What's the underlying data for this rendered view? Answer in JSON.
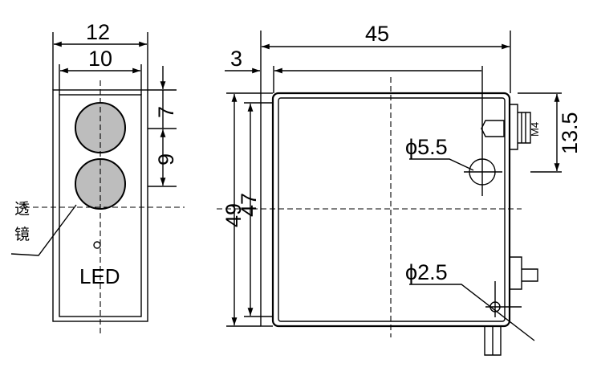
{
  "front_view": {
    "dim_outer_width": "12",
    "dim_inner_width": "10",
    "dim_lens_top": "7",
    "dim_lens_pitch": "9",
    "lens_label_line1": "透",
    "lens_label_line2": "镜",
    "led_label": "LED"
  },
  "side_view": {
    "dim_length": "45",
    "dim_offset": "3",
    "dim_outer_height": "49",
    "dim_inner_height": "47",
    "dim_connector": "13.5",
    "thread_label": "M4",
    "hole_large": "ϕ5.5",
    "hole_small": "ϕ2.5"
  },
  "colors": {
    "line": "#000000",
    "lens_fill": "#bdbdbd",
    "background": "#ffffff"
  }
}
